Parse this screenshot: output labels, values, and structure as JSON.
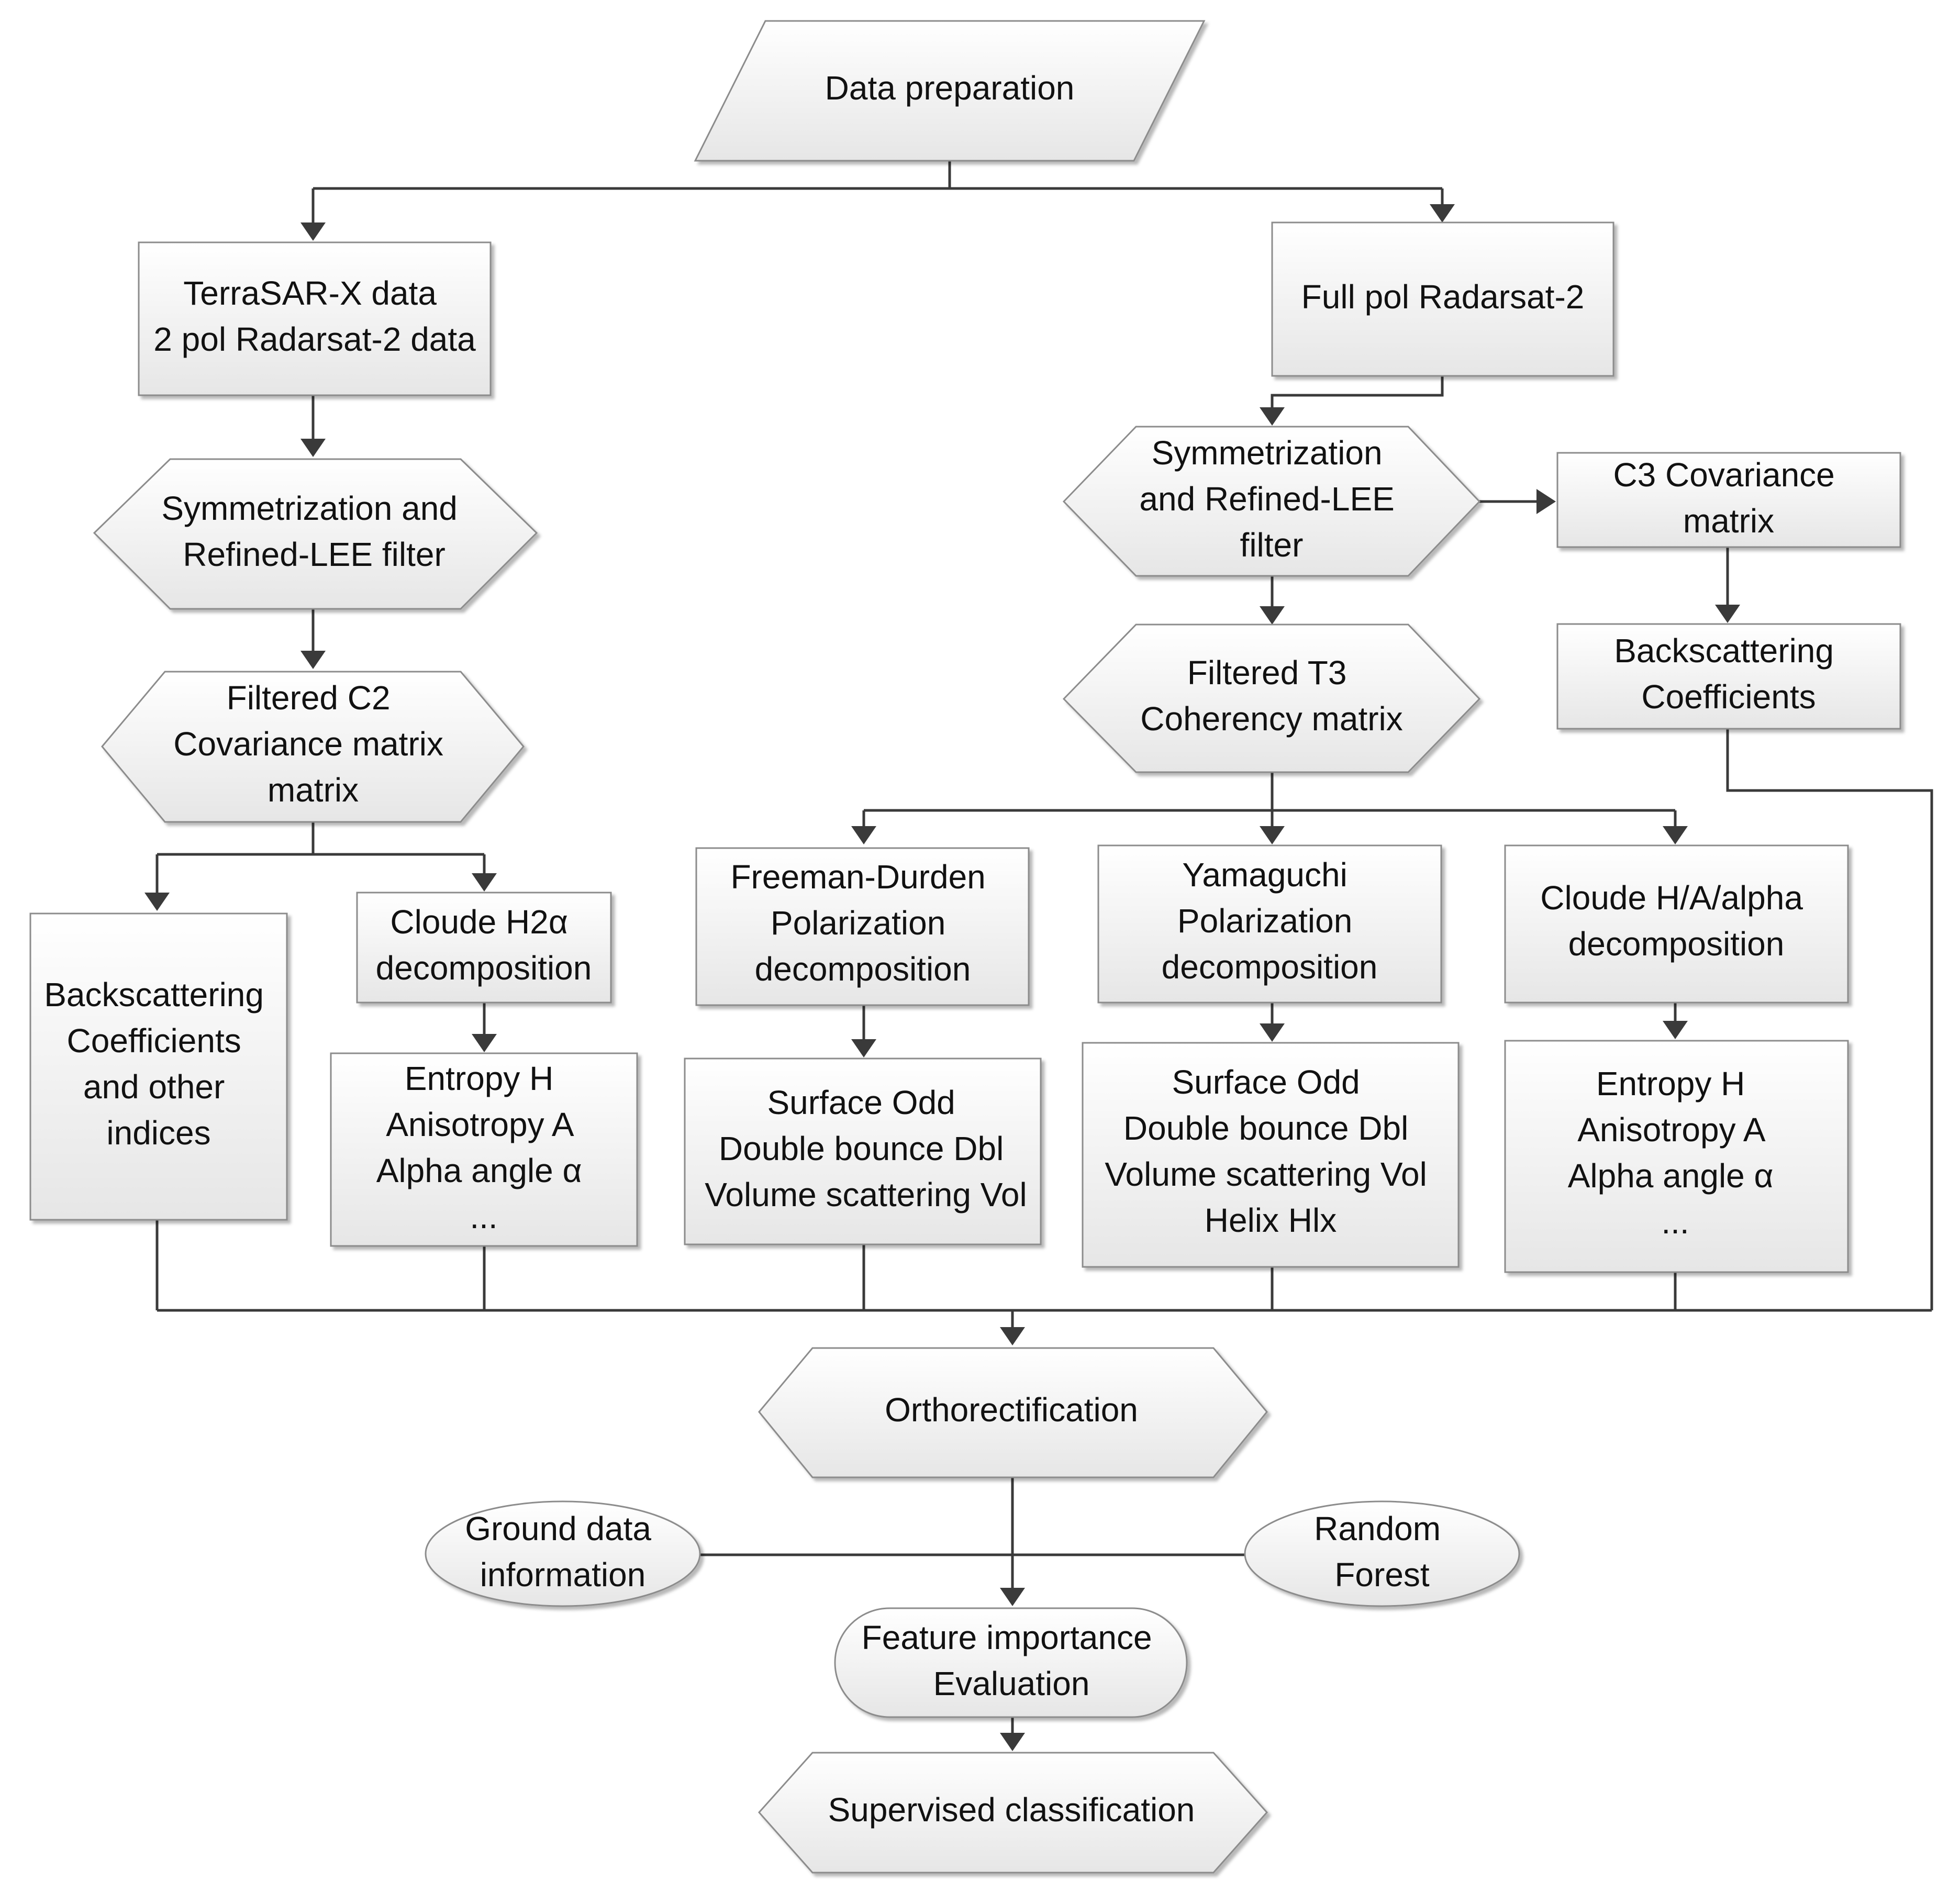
{
  "nodes": {
    "data_preparation": [
      "Data preparation"
    ],
    "terrasar": [
      "TerraSAR-X data",
      "2 pol Radarsat-2 data"
    ],
    "full_pol": [
      "Full pol Radarsat-2"
    ],
    "symm_left": [
      "Symmetrization and",
      "Refined-LEE filter"
    ],
    "symm_right": [
      "Symmetrization",
      "and Refined-LEE",
      "filter"
    ],
    "c3": [
      "C3 Covariance",
      "matrix"
    ],
    "filtered_c2": [
      "Filtered C2",
      "Covariance matrix",
      "matrix"
    ],
    "filtered_t3": [
      "Filtered T3",
      "Coherency matrix"
    ],
    "backscatter_right": [
      "Backscattering",
      "Coefficients"
    ],
    "backscatter_left": [
      "Backscattering",
      "Coefficients",
      "and other",
      "indices"
    ],
    "cloude_h2a": [
      "Cloude H2α",
      "decomposition"
    ],
    "freeman": [
      "Freeman-Durden",
      "Polarization",
      "decomposition"
    ],
    "yamaguchi": [
      "Yamaguchi",
      "Polarization",
      "decomposition"
    ],
    "cloude_haa": [
      "Cloude H/A/alpha",
      "decomposition"
    ],
    "entropy_left": [
      "Entropy H",
      "Anisotropy A",
      "Alpha angle α",
      "..."
    ],
    "freeman_out": [
      "Surface Odd",
      "Double bounce Dbl",
      "Volume scattering Vol"
    ],
    "yamaguchi_out": [
      "Surface Odd",
      "Double bounce Dbl",
      "Volume scattering Vol",
      "Helix Hlx"
    ],
    "entropy_right": [
      "Entropy H",
      "Anisotropy A",
      "Alpha angle α",
      "..."
    ],
    "ortho": [
      "Orthorectification"
    ],
    "ground": [
      "Ground data",
      "information"
    ],
    "random_forest": [
      "Random",
      "Forest"
    ],
    "feature_importance": [
      "Feature importance",
      "Evaluation"
    ],
    "supervised": [
      "Supervised classification"
    ]
  },
  "colors": {
    "fill_top": "#ffffff",
    "fill_bottom": "#e6e6e6",
    "border": "#8c8c8c",
    "connector": "#3a3a3a",
    "text": "#111111"
  }
}
